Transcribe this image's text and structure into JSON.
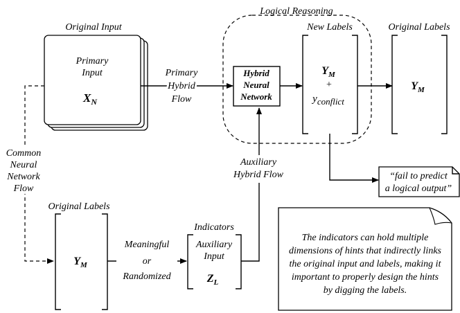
{
  "group": {
    "title": "Logical Reasoning"
  },
  "original_input": {
    "title": "Original Input",
    "primary_line1": "Primary",
    "primary_line2": "Input",
    "var_main": "X",
    "var_sub": "N"
  },
  "primary_flow": {
    "line1": "Primary",
    "line2": "Hybrid",
    "line3": "Flow"
  },
  "hybrid_nn": {
    "line1": "Hybrid",
    "line2": "Neural",
    "line3": "Network"
  },
  "new_labels": {
    "title": "New Labels",
    "var_main": "Y",
    "var_sub": "M",
    "plus": "+",
    "conflict_main": "y",
    "conflict_sub": "conflict"
  },
  "original_labels_top": {
    "title": "Original Labels",
    "var_main": "Y",
    "var_sub": "M"
  },
  "fail_note": {
    "line1": "“fail to predict",
    "line2": "a logical output”"
  },
  "common_flow": {
    "line1": "Common",
    "line2": "Neural",
    "line3": "Network",
    "line4": "Flow"
  },
  "aux_flow": {
    "line1": "Auxiliary",
    "line2": "Hybrid Flow"
  },
  "original_labels_bottom": {
    "title": "Original Labels",
    "var_main": "Y",
    "var_sub": "M"
  },
  "meaningful": {
    "line1": "Meaningful",
    "line2": "or",
    "line3": "Randomized"
  },
  "indicators": {
    "title": "Indicators",
    "aux_line1": "Auxiliary",
    "aux_line2": "Input",
    "var_main": "Z",
    "var_sub": "L"
  },
  "note": {
    "line1": "The indicators can hold multiple",
    "line2": "dimensions of hints that indirectly links",
    "line3": "the original input and labels, making it",
    "line4": "important to properly design the hints",
    "line5": "by digging the labels."
  }
}
